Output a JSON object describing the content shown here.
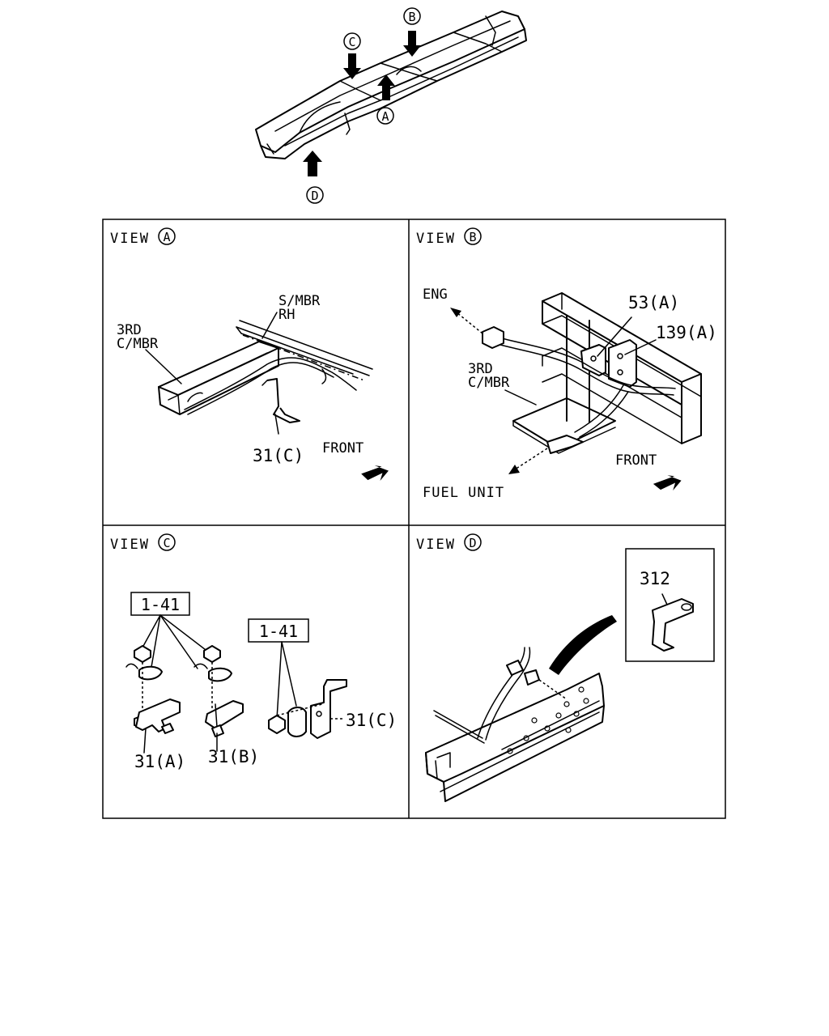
{
  "overview": {
    "markers": {
      "a": "A",
      "b": "B",
      "c": "C",
      "d": "D"
    }
  },
  "views": {
    "a": {
      "heading": "VIEW",
      "marker": "A",
      "labels": {
        "s_mbr_line1": "S/MBR",
        "s_mbr_line2": "RH",
        "c_mbr_line1": "3RD",
        "c_mbr_line2": "C/MBR",
        "part": "31(C)",
        "front": "FRONT"
      }
    },
    "b": {
      "heading": "VIEW",
      "marker": "B",
      "labels": {
        "eng": "ENG",
        "part_53": "53(A)",
        "part_139": "139(A)",
        "c_mbr_line1": "3RD",
        "c_mbr_line2": "C/MBR",
        "fuel_unit": "FUEL UNIT",
        "front": "FRONT"
      }
    },
    "c": {
      "heading": "VIEW",
      "marker": "C",
      "labels": {
        "ref_1": "1-41",
        "ref_2": "1-41",
        "part_31a": "31(A)",
        "part_31b": "31(B)",
        "part_31c": "31(C)"
      }
    },
    "d": {
      "heading": "VIEW",
      "marker": "D",
      "labels": {
        "part_312": "312"
      }
    }
  }
}
